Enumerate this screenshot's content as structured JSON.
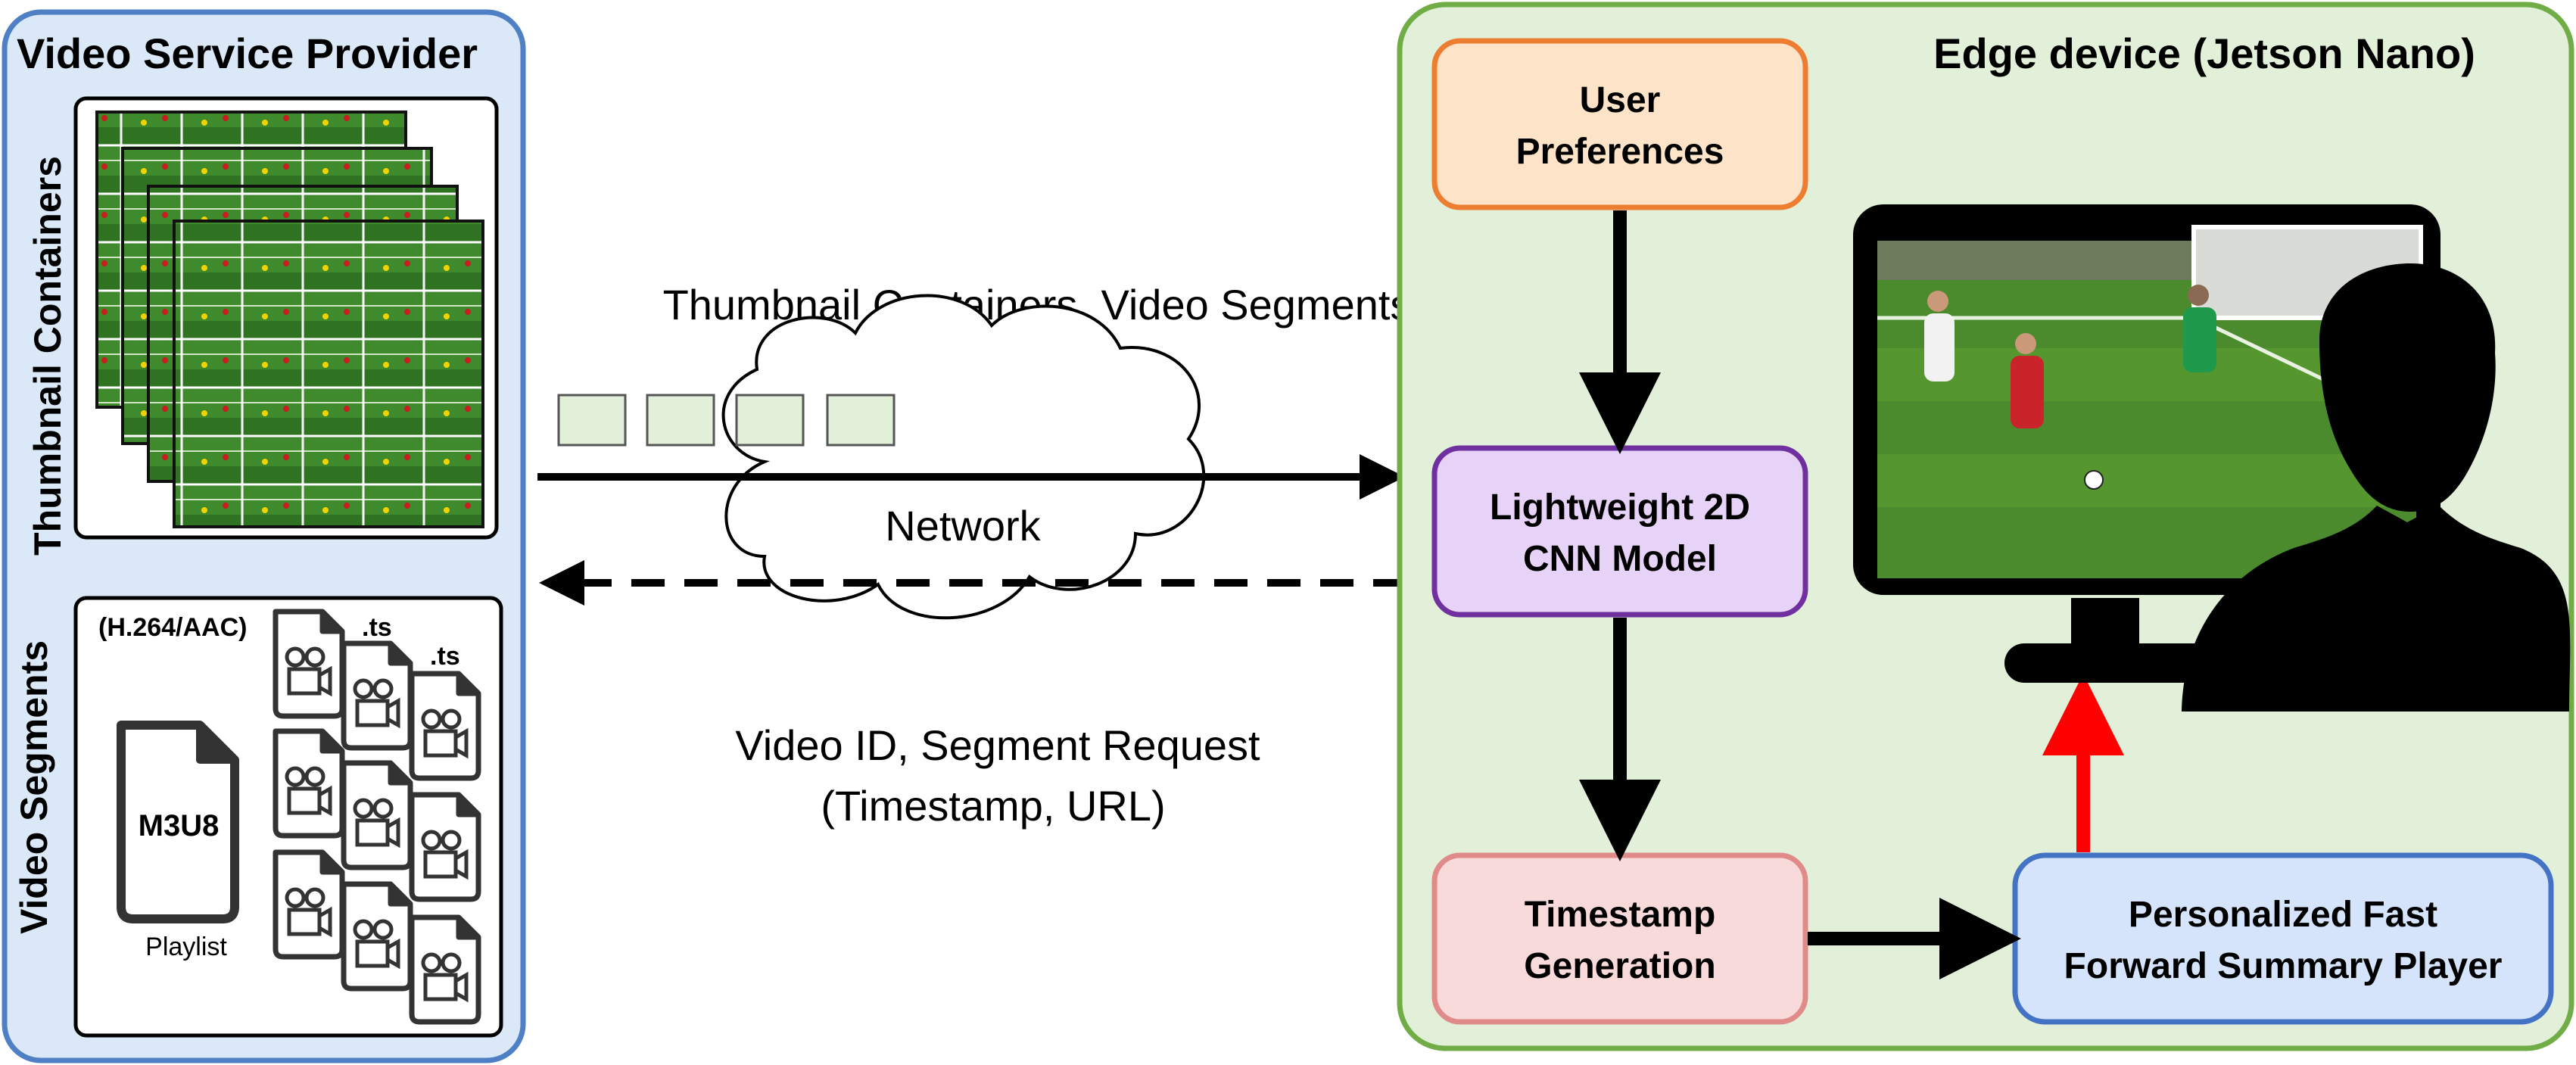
{
  "left_panel": {
    "title": "Video Service Provider",
    "thumbnail_label": "Thumbnail Containers",
    "segments_label": "Video Segments",
    "codec_label": "(H.264/AAC)",
    "ts_label_1": ".ts",
    "ts_label_2": ".ts",
    "playlist_file_label": "M3U8",
    "playlist_caption": "Playlist"
  },
  "network": {
    "top_label": "Thumbnail Containers, Video Segments",
    "cloud_label": "Network",
    "bottom_label_line1": "Video ID, Segment Request",
    "bottom_label_line2": "(Timestamp, URL)"
  },
  "right_panel": {
    "title": "Edge device (Jetson Nano)",
    "user_preferences": [
      "User",
      "Preferences"
    ],
    "cnn_model": [
      "Lightweight 2D",
      "CNN Model"
    ],
    "timestamp_generation": [
      "Timestamp",
      "Generation"
    ],
    "summary_player": [
      "Personalized Fast",
      "Forward Summary Player"
    ]
  },
  "colors": {
    "left_panel_fill": "#dae8f7",
    "left_panel_border": "#4f7fc4",
    "right_panel_fill": "#e2f0d9",
    "right_panel_border": "#70ad47",
    "user_pref_fill": "#fde3c8",
    "user_pref_border": "#ed7d31",
    "cnn_fill": "#e7d3f7",
    "cnn_border": "#7030a0",
    "timestamp_fill": "#f9dada",
    "timestamp_border": "#e08a8a",
    "player_fill": "#d6e4fb",
    "player_border": "#4472c4",
    "packet_fill": "#e2f0d9",
    "red_arrow": "#ff0000",
    "pitch_green": "#4c8a2e"
  }
}
